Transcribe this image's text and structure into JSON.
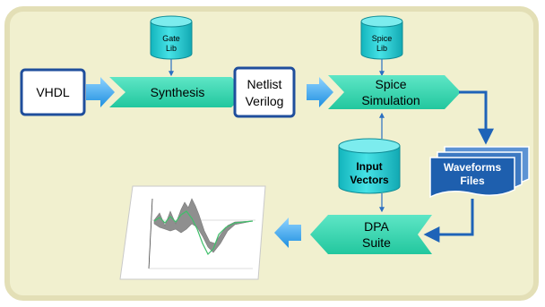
{
  "nodes": {
    "gate_lib": [
      "Gate",
      "Lib"
    ],
    "spice_lib": [
      "Spice",
      "Lib"
    ],
    "vhdl": "VHDL",
    "synthesis": "Synthesis",
    "netlist": [
      "Netlist",
      "Verilog"
    ],
    "spice_sim": [
      "Spice",
      "Simulation"
    ],
    "input_vectors": [
      "Input",
      "Vectors"
    ],
    "waveforms": [
      "Waveforms",
      "Files"
    ],
    "dpa": [
      "DPA",
      "Suite"
    ]
  },
  "colors": {
    "panel_fill": "#f1f0cf",
    "panel_border": "#e3dfb6",
    "chevron_green": "#35d9b3",
    "cylinder_teal": "#2ad1d6",
    "arrow_blue": "#1e63b8",
    "fat_arrow_blue": "#43aef0",
    "waveform_blue": "#1e5fae",
    "box_border": "#1f4e9c"
  },
  "icons": [
    "fat-arrow-icon",
    "database-cylinder-icon",
    "document-stack-icon",
    "waveform-plot-thumbnail"
  ]
}
